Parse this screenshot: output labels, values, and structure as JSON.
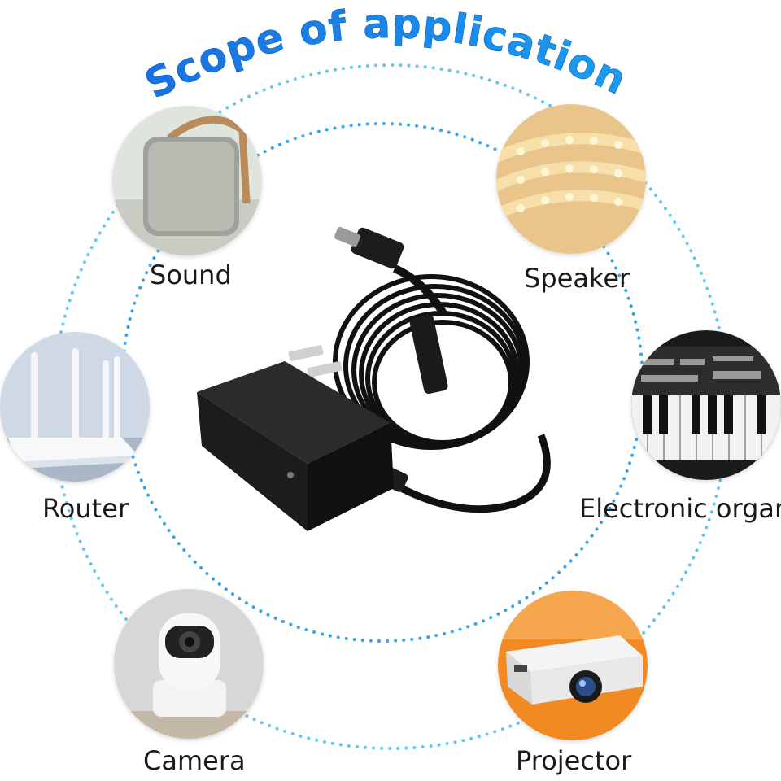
{
  "title": "Scope of application",
  "accent_color": "#1b7fe0",
  "dot_color": "#5cc6ee",
  "product": {
    "name_icon": "power-adapter-icon"
  },
  "applications": [
    {
      "label": "Sound",
      "icon": "speaker-box-icon"
    },
    {
      "label": "Speaker",
      "icon": "led-strip-icon"
    },
    {
      "label": "Router",
      "icon": "router-icon"
    },
    {
      "label": "Electronic organ",
      "icon": "keyboard-icon"
    },
    {
      "label": "Camera",
      "icon": "camera-icon"
    },
    {
      "label": "Projector",
      "icon": "projector-icon"
    }
  ]
}
